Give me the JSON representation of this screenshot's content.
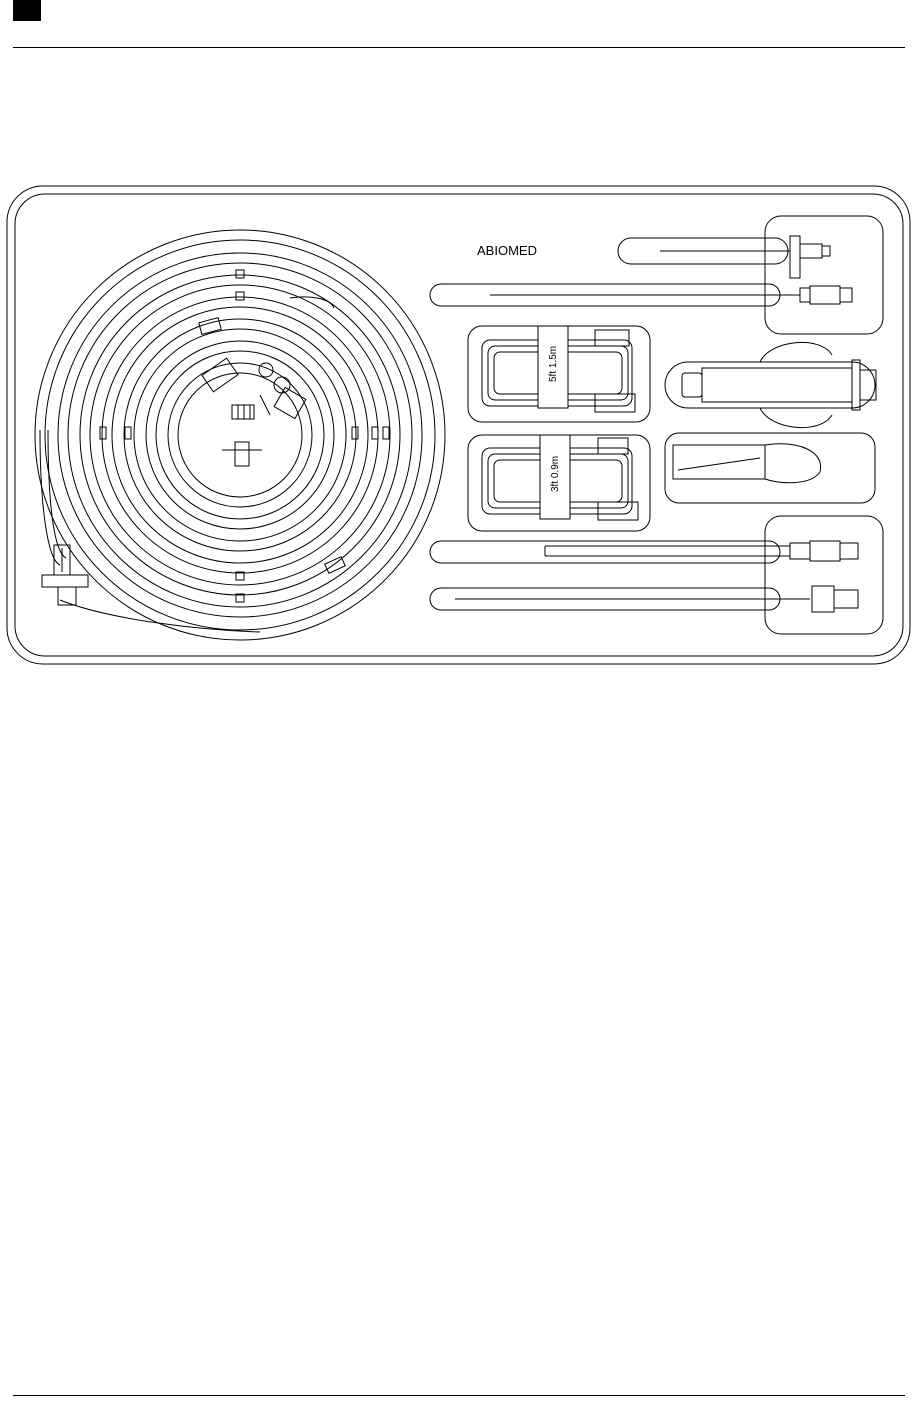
{
  "diagram": {
    "brand_label": "ABIOMED",
    "cable_label_top": "5ft 1.5m",
    "cable_label_bottom": "3ft 0.9m"
  },
  "colors": {
    "line": "#000000",
    "background": "#ffffff",
    "header_block": "#000000"
  }
}
